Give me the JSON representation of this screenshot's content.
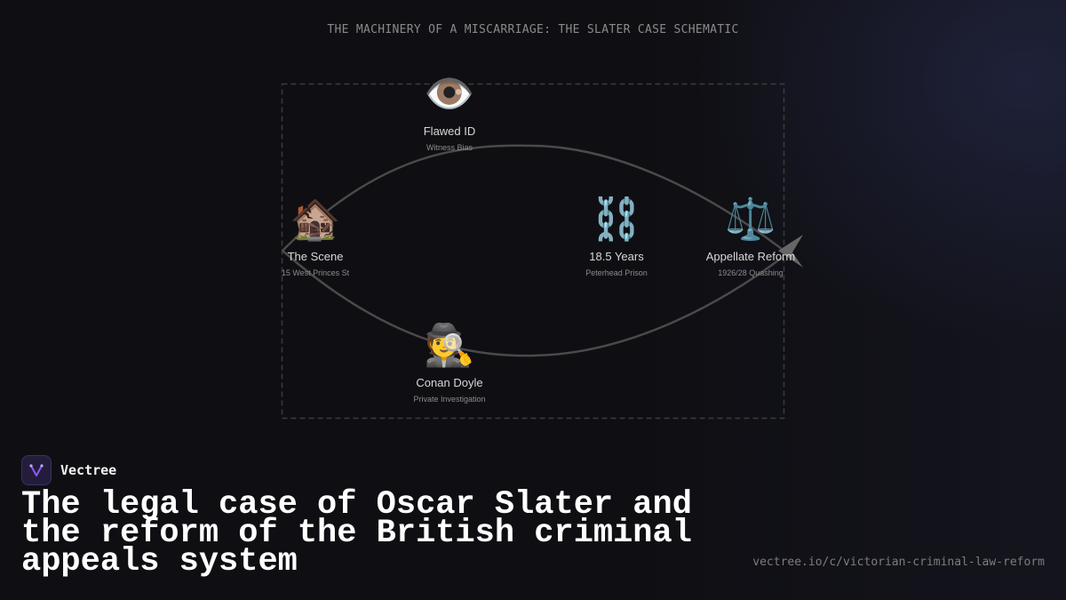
{
  "diagram": {
    "title": "THE MACHINERY OF A MISCARRIAGE: THE SLATER CASE SCHEMATIC",
    "nodes": [
      {
        "id": "flawed-id",
        "icon": "eye-icon",
        "glyph": "👁️",
        "label": "Flawed ID",
        "sublabel": "Witness Bias"
      },
      {
        "id": "the-scene",
        "icon": "house-icon",
        "glyph": "🏚️",
        "label": "The Scene",
        "sublabel": "15 West Princes St"
      },
      {
        "id": "years",
        "icon": "chains-icon",
        "glyph": "⛓️",
        "label": "18.5 Years",
        "sublabel": "Peterhead Prison"
      },
      {
        "id": "appellate-reform",
        "icon": "scales-icon",
        "glyph": "⚖️",
        "label": "Appellate Reform",
        "sublabel": "1926/28 Quashing"
      },
      {
        "id": "conan-doyle",
        "icon": "detective-icon",
        "glyph": "🕵️",
        "label": "Conan Doyle",
        "sublabel": "Private Investigation"
      }
    ],
    "colors": {
      "path": "#4a4a4a",
      "frame": "#3c3c3c",
      "arrow": "#666666"
    }
  },
  "brand": {
    "name": "Vectree",
    "logo_icon": "vectree-logo-icon",
    "accent": "#8b5cf6"
  },
  "headline": "The legal case of Oscar Slater and the reform of the British criminal appeals system",
  "url": "vectree.io/c/victorian-criminal-law-reform"
}
